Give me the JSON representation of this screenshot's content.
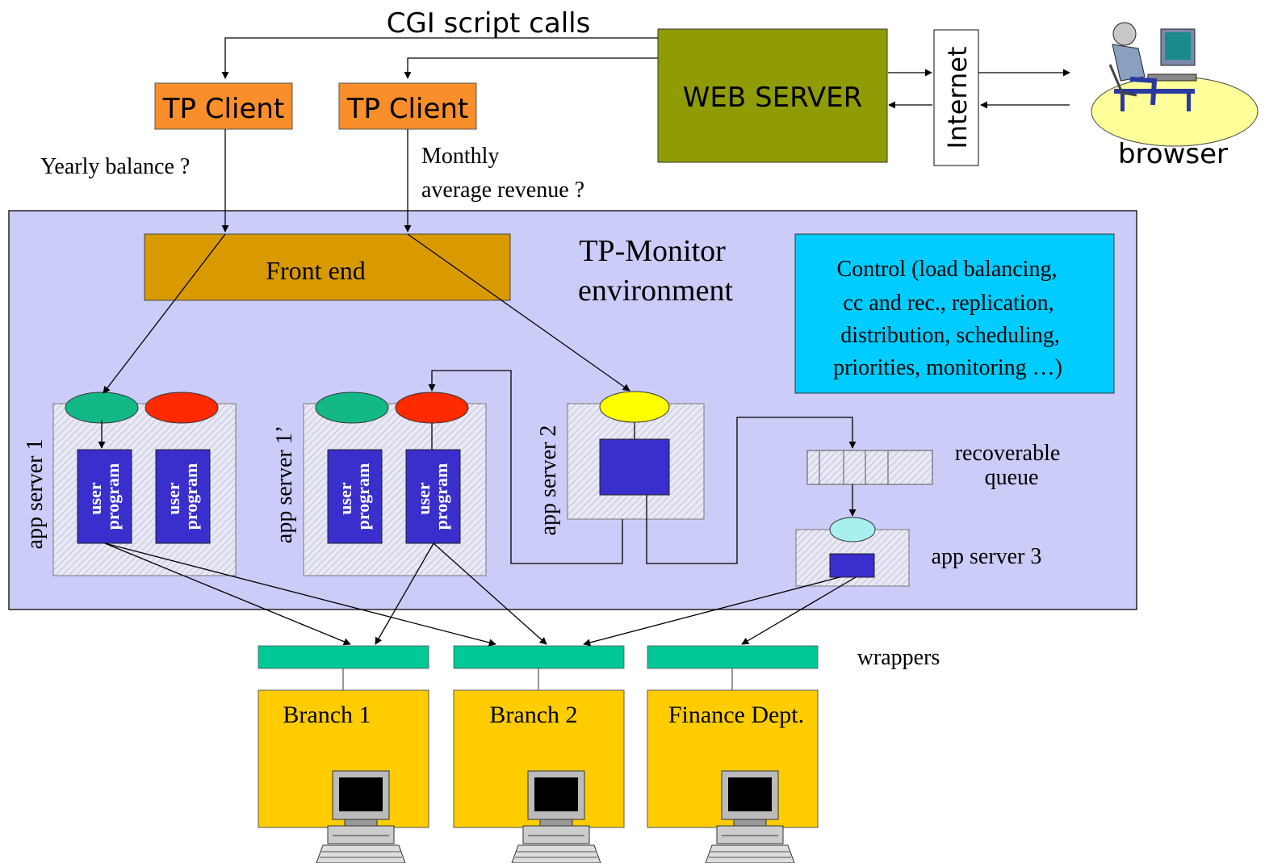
{
  "top": {
    "cgi_label": "CGI script calls",
    "web_server": "WEB SERVER",
    "internet": "Internet",
    "browser": "browser",
    "tp_client_1": "TP Client",
    "tp_client_2": "TP Client",
    "query_yearly": "Yearly balance ?",
    "query_monthly_line1": "Monthly",
    "query_monthly_line2": "average revenue ?"
  },
  "monitor": {
    "title_line1": "TP-Monitor",
    "title_line2": "environment",
    "front_end": "Front end",
    "control_lines": [
      "Control (load balancing,",
      "cc and rec., replication,",
      "distribution, scheduling,",
      "priorities, monitoring …)"
    ]
  },
  "servers": {
    "app_server_1": "app server 1",
    "app_server_1p": "app server 1’",
    "app_server_2": "app server 2",
    "app_server_3": "app server 3",
    "user_program": [
      "user",
      "program"
    ],
    "queue_line1": "recoverable",
    "queue_line2": "queue"
  },
  "bottom": {
    "wrappers": "wrappers",
    "branch_1": "Branch 1",
    "branch_2": "Branch 2",
    "finance": "Finance Dept."
  },
  "colors": {
    "tp_client": "#f98f2a",
    "web_server": "#8f9c05",
    "monitor_bg": "#ccccf9",
    "front_end": "#d89a00",
    "control": "#00ccff",
    "user_program": "#3a2fcc",
    "wrapper": "#00c896",
    "branch": "#ffcc00",
    "oval_green": "#14b886",
    "oval_red": "#ff2a00",
    "oval_yellow": "#ffff00",
    "oval_cyan": "#a8f0f0"
  }
}
